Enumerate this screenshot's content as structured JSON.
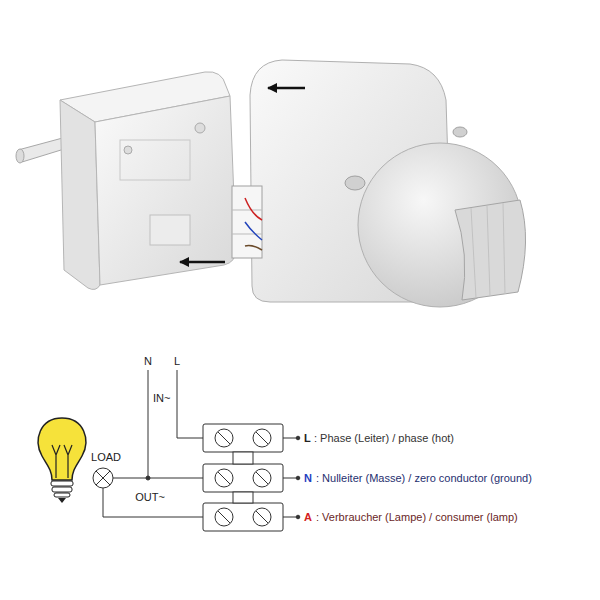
{
  "diagram": {
    "labels": [
      "N",
      "L",
      "IN~",
      "LOAD",
      "OUT~",
      "L",
      ": Phase (Leiter) / phase (hot)",
      "N",
      ": Nulleiter (Masse) / zero conductor (ground)",
      "A",
      ": Verbraucher (Lampe) / consumer (lamp)"
    ]
  }
}
